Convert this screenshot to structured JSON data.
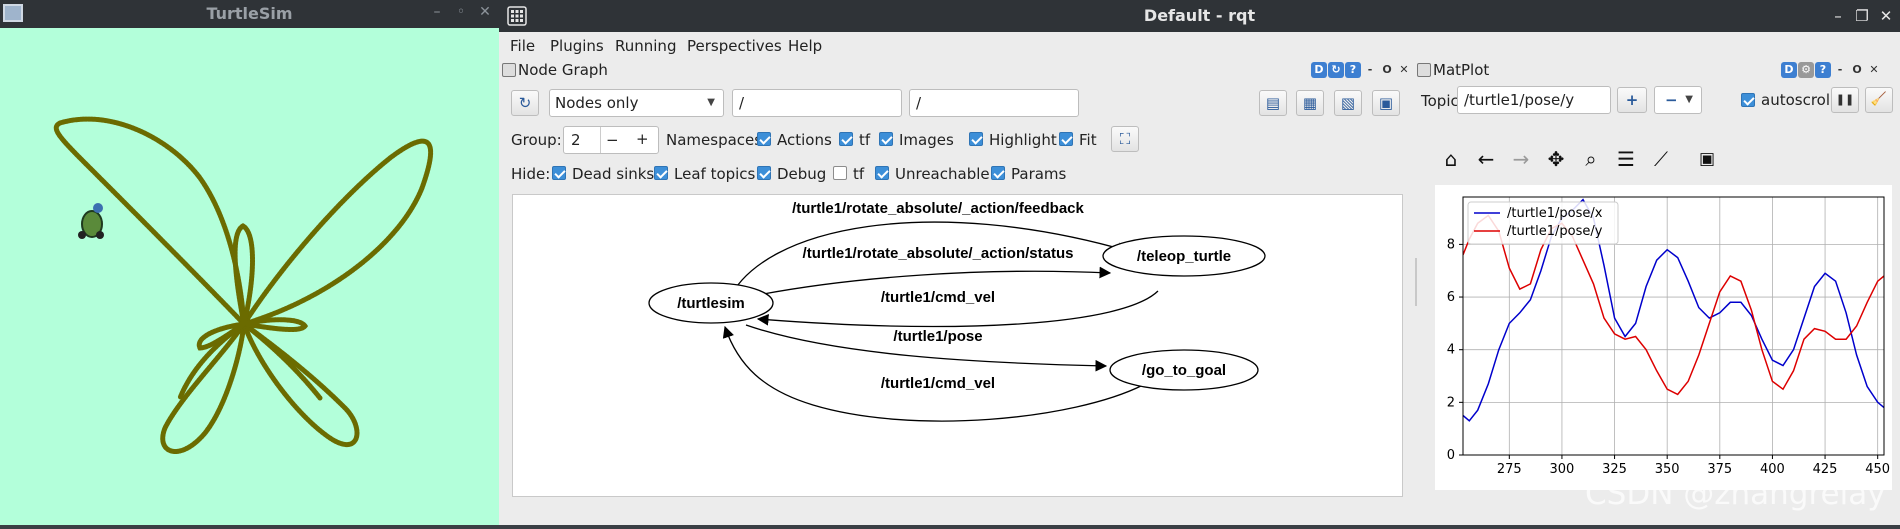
{
  "turtlesim": {
    "title": "TurtleSim",
    "background_color": "#b3ffda",
    "path_color": "#6b6b00",
    "window_buttons": [
      "–",
      "◦",
      "✕"
    ]
  },
  "rqt": {
    "title": "Default - rqt",
    "window_buttons": [
      "–",
      "❐",
      "✕"
    ],
    "menu": [
      "File",
      "Plugins",
      "Running",
      "Perspectives",
      "Help"
    ]
  },
  "node_graph": {
    "panel_title": "Node Graph",
    "dock_buttons": [
      "D",
      "↻",
      "?",
      "-",
      "O",
      "✕"
    ],
    "display_mode": "Nodes only",
    "node_filter": "/",
    "topic_filter": "/",
    "group_label": "Group:",
    "group_value": "2",
    "group_minus": "−",
    "group_plus": "+",
    "options": [
      {
        "label": "Namespaces",
        "checked": true
      },
      {
        "label": "Actions",
        "checked": true
      },
      {
        "label": "tf",
        "checked": true
      },
      {
        "label": "Images",
        "checked": true
      },
      {
        "label": "Highlight",
        "checked": true
      },
      {
        "label": "Fit",
        "checked": true
      }
    ],
    "hide_label": "Hide:",
    "hide_options": [
      {
        "label": "Dead sinks",
        "checked": true
      },
      {
        "label": "Leaf topics",
        "checked": true
      },
      {
        "label": "Debug",
        "checked": true
      },
      {
        "label": "tf",
        "checked": false
      },
      {
        "label": "Unreachable",
        "checked": true
      },
      {
        "label": "Params",
        "checked": true
      }
    ],
    "nodes": {
      "turtlesim": "/turtlesim",
      "teleop": "/teleop_turtle",
      "goal": "/go_to_goal"
    },
    "edges": {
      "feedback": "/turtle1/rotate_absolute/_action/feedback",
      "status": "/turtle1/rotate_absolute/_action/status",
      "cmd_vel_teleop": "/turtle1/cmd_vel",
      "pose": "/turtle1/pose",
      "cmd_vel_goal": "/turtle1/cmd_vel"
    }
  },
  "matplot": {
    "panel_title": "MatPlot",
    "dock_buttons": [
      "D",
      "⚙",
      "?",
      "-",
      "O",
      "✕"
    ],
    "topic_label": "Topic",
    "topic_value": "/turtle1/pose/y",
    "add_button": "+",
    "remove_button": "−",
    "autoscroll_label": "autoscroll",
    "autoscroll_checked": true,
    "pause_button": "❚❚",
    "clear_button": "🧹",
    "toolbar_icons": [
      "home-icon",
      "back-icon",
      "forward-icon",
      "pan-icon",
      "zoom-icon",
      "configure-subplots-icon",
      "edit-axis-icon",
      "save-icon"
    ]
  },
  "chart_data": {
    "type": "line",
    "title": "",
    "xlabel": "",
    "ylabel": "",
    "xlim": [
      253,
      453
    ],
    "ylim": [
      0,
      9.8
    ],
    "x_ticks": [
      275,
      300,
      325,
      350,
      375,
      400,
      425,
      450
    ],
    "y_ticks": [
      0,
      2,
      4,
      6,
      8
    ],
    "grid": true,
    "legend_position": "top-left",
    "series": [
      {
        "name": "/turtle1/pose/x",
        "color": "#0000cc",
        "x": [
          253,
          256,
          260,
          265,
          270,
          275,
          280,
          285,
          290,
          295,
          300,
          305,
          310,
          315,
          320,
          325,
          330,
          335,
          340,
          345,
          350,
          355,
          360,
          365,
          370,
          375,
          380,
          385,
          390,
          395,
          400,
          405,
          410,
          415,
          420,
          425,
          430,
          435,
          440,
          445,
          450,
          453
        ],
        "y": [
          1.5,
          1.3,
          1.7,
          2.7,
          4.0,
          5.0,
          5.4,
          5.9,
          7.0,
          8.3,
          9.0,
          9.3,
          9.7,
          9.0,
          7.2,
          5.2,
          4.5,
          5.0,
          6.4,
          7.4,
          7.8,
          7.5,
          6.6,
          5.6,
          5.2,
          5.4,
          5.8,
          5.8,
          5.3,
          4.4,
          3.6,
          3.4,
          4.0,
          5.2,
          6.4,
          6.9,
          6.6,
          5.4,
          3.8,
          2.6,
          2.0,
          1.8
        ]
      },
      {
        "name": "/turtle1/pose/y",
        "color": "#dd0000",
        "x": [
          253,
          256,
          260,
          265,
          270,
          275,
          280,
          285,
          290,
          295,
          300,
          305,
          310,
          315,
          320,
          325,
          330,
          335,
          340,
          345,
          350,
          355,
          360,
          365,
          370,
          375,
          380,
          385,
          390,
          395,
          400,
          405,
          410,
          415,
          420,
          425,
          430,
          435,
          440,
          445,
          450,
          453
        ],
        "y": [
          7.6,
          8.2,
          8.8,
          9.1,
          8.5,
          7.1,
          6.3,
          6.5,
          7.8,
          8.6,
          8.8,
          8.3,
          7.4,
          6.5,
          5.2,
          4.6,
          4.4,
          4.5,
          4.0,
          3.2,
          2.5,
          2.3,
          2.8,
          3.8,
          5.0,
          6.2,
          6.8,
          6.6,
          5.5,
          4.0,
          2.8,
          2.5,
          3.2,
          4.4,
          4.8,
          4.7,
          4.4,
          4.4,
          4.9,
          5.8,
          6.6,
          6.8
        ]
      }
    ]
  },
  "watermark": "CSDN @zhangrelay"
}
